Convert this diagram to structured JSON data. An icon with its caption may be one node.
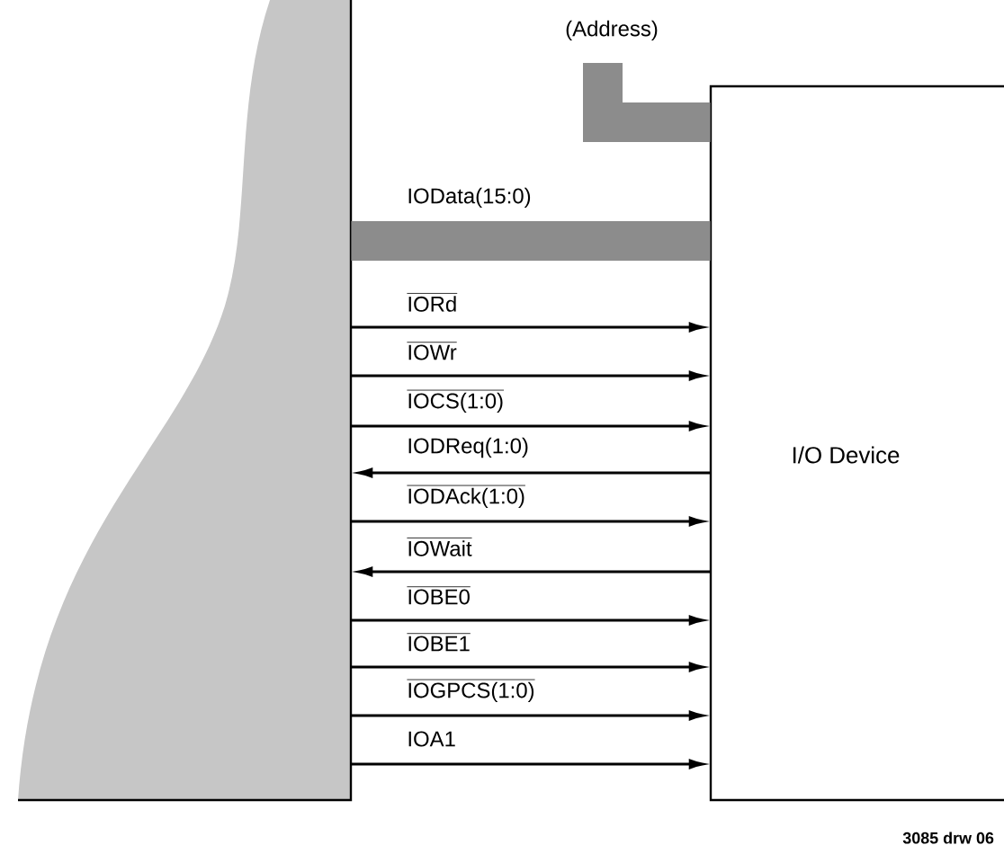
{
  "diagram": {
    "nodes": [
      {
        "text": [],
        "shape": "box"
      },
      {
        "text": [
          "I/O Device"
        ]
      }
    ],
    "edges": [
      {
        "from": null,
        "to": 1,
        "arrow": "none",
        "label": "(Address)",
        "style": "thick",
        "color": "#8c8c8c"
      },
      {
        "from": 0,
        "to": 1,
        "arrow": "none",
        "label": "IOData(15:0)",
        "style": "thick",
        "color": "#8c8c8c"
      },
      {
        "from": 0,
        "to": 1,
        "arrow": "to",
        "label": "IORd"
      },
      {
        "from": 0,
        "to": 1,
        "arrow": "to",
        "label": "IOWr"
      },
      {
        "from": 0,
        "to": 1,
        "arrow": "to",
        "label": "IOCS(1:0)"
      },
      {
        "from": 1,
        "to": 0,
        "arrow": "to",
        "label": "IODReq(1:0)"
      },
      {
        "from": 0,
        "to": 1,
        "arrow": "to",
        "label": "IODAck(1:0)"
      },
      {
        "from": 1,
        "to": 0,
        "arrow": "to",
        "label": "IOWait"
      },
      {
        "from": 0,
        "to": 1,
        "arrow": "to",
        "label": "IOBE0"
      },
      {
        "from": 0,
        "to": 1,
        "arrow": "to",
        "label": "IOBE1"
      },
      {
        "from": 0,
        "to": 1,
        "arrow": "to",
        "label": "IOGPCS(1:0)"
      },
      {
        "from": 0,
        "to": 1,
        "arrow": "to",
        "label": "IOA1"
      }
    ],
    "labels": [
      "3085 drw 06"
    ]
  }
}
